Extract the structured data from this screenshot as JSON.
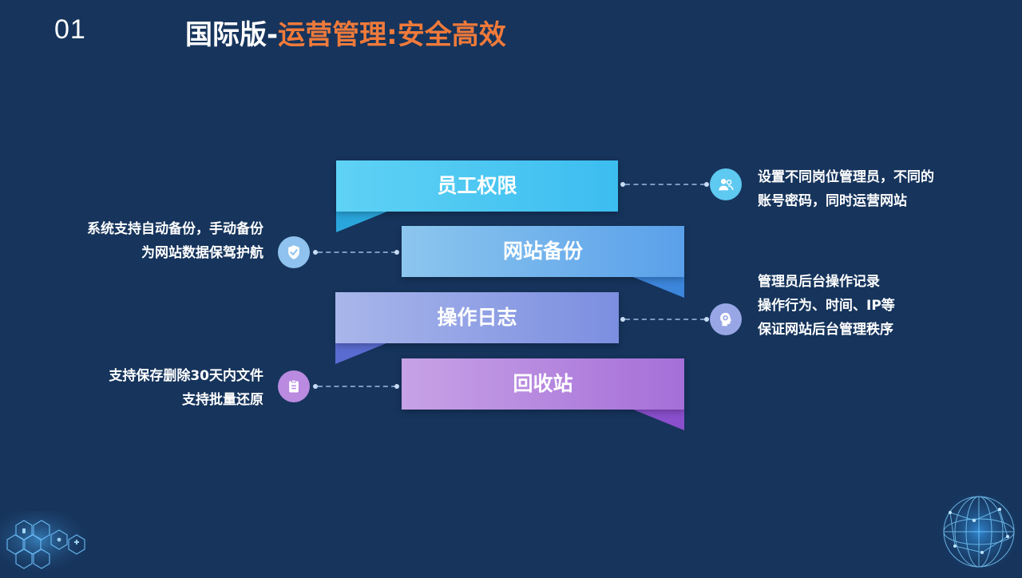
{
  "slide": {
    "number": "01",
    "title_prefix": "国际版-",
    "title_accent": "运营管理:安全高效"
  },
  "colors": {
    "background": "#16345c",
    "title_accent": "#f07a3a",
    "ribbon_1": "#3cbdf0",
    "ribbon_2": "#5aa0ea",
    "ribbon_3": "#7c8ee0",
    "ribbon_4": "#a56fd8"
  },
  "features": [
    {
      "label": "员工权限",
      "icon": "users-icon",
      "lines": [
        "设置不同岗位管理员，不同的",
        "账号密码，同时运营网站"
      ]
    },
    {
      "label": "网站备份",
      "icon": "shield-check-icon",
      "lines": [
        "系统支持自动备份，手动备份",
        "为网站数据保驾护航"
      ]
    },
    {
      "label": "操作日志",
      "icon": "head-gear-icon",
      "lines": [
        "管理员后台操作记录",
        "操作行为、时间、IP等",
        "保证网站后台管理秩序"
      ]
    },
    {
      "label": "回收站",
      "icon": "clipboard-icon",
      "lines": [
        "支持保存删除30天内文件",
        "支持批量还原"
      ]
    }
  ]
}
